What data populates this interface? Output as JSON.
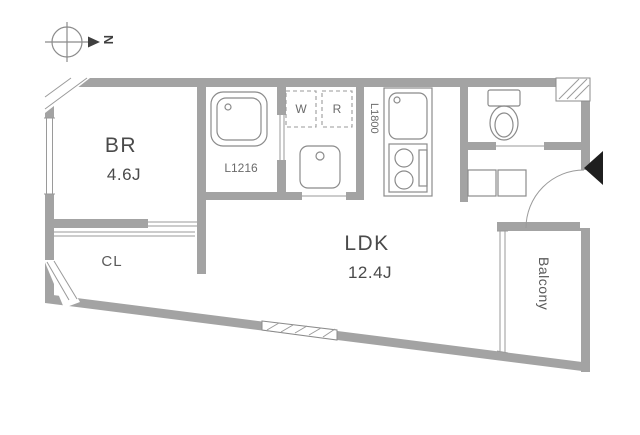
{
  "compass": {
    "north_label": "N"
  },
  "rooms": {
    "bedroom": {
      "label": "BR",
      "area": "4.6J"
    },
    "living": {
      "label": "LDK",
      "area": "12.4J"
    },
    "closet": {
      "label": "CL"
    },
    "balcony": {
      "label": "Balcony"
    }
  },
  "fixtures": {
    "bath": {
      "label": "L1216"
    },
    "washer": {
      "label": "W"
    },
    "refrigerator": {
      "label": "R"
    },
    "kitchen": {
      "label": "L1800"
    }
  },
  "colors": {
    "wall": "#a3a3a3",
    "fixture_line": "#8b8b8b",
    "text_dark": "#4a4a4a",
    "text_muted": "#6b6b6b",
    "entrance_marker": "#1f1f1f",
    "background": "#ffffff"
  }
}
